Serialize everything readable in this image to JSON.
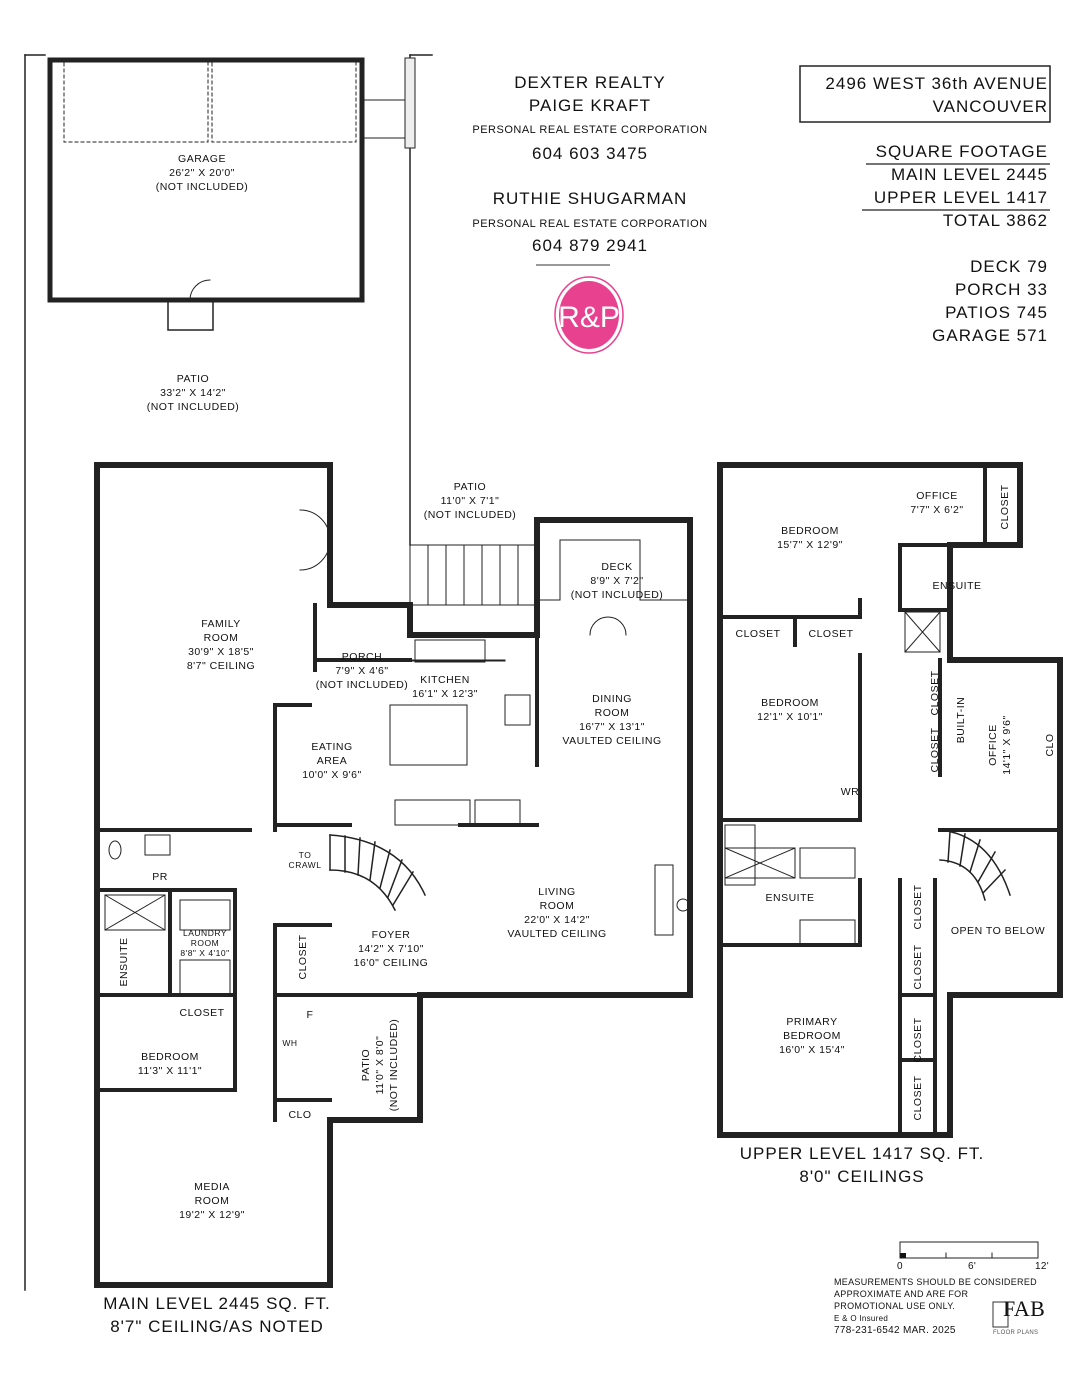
{
  "header": {
    "agency": "DEXTER REALTY",
    "agent1_name": "PAIGE KRAFT",
    "agent1_corp": "PERSONAL REAL ESTATE CORPORATION",
    "agent1_phone": "604 603 3475",
    "agent2_name": "RUTHIE SHUGARMAN",
    "agent2_corp": "PERSONAL REAL ESTATE CORPORATION",
    "agent2_phone": "604 879 2941",
    "logo_text": "R&P",
    "logo_color": "#e8418f"
  },
  "address": {
    "line1": "2496 WEST 36th AVENUE",
    "line2": "VANCOUVER"
  },
  "square_footage": {
    "title": "SQUARE FOOTAGE",
    "main": "MAIN LEVEL 2445",
    "upper": "UPPER LEVEL 1417",
    "total": "TOTAL 3862"
  },
  "extras": [
    "DECK 79",
    "PORCH 33",
    "PATIOS 745",
    "GARAGE 571"
  ],
  "rooms": [
    {
      "id": "garage",
      "lines": [
        "GARAGE",
        "26'2\" X 20'0\"",
        "(NOT INCLUDED)"
      ]
    },
    {
      "id": "patio-rear",
      "lines": [
        "PATIO",
        "33'2\" X 14'2\"",
        "(NOT INCLUDED)"
      ]
    },
    {
      "id": "patio-top",
      "lines": [
        "PATIO",
        "11'0\" X 7'1\"",
        "(NOT INCLUDED)"
      ]
    },
    {
      "id": "deck",
      "lines": [
        "DECK",
        "8'9\" X 7'2\"",
        "(NOT INCLUDED)"
      ]
    },
    {
      "id": "family-room",
      "lines": [
        "FAMILY",
        "ROOM",
        "30'9\" X 18'5\"",
        "8'7\" CEILING"
      ]
    },
    {
      "id": "porch",
      "lines": [
        "PORCH",
        "7'9\" X 4'6\"",
        "(NOT INCLUDED)"
      ]
    },
    {
      "id": "kitchen",
      "lines": [
        "KITCHEN",
        "16'1\" X 12'3\""
      ]
    },
    {
      "id": "dining-room",
      "lines": [
        "DINING",
        "ROOM",
        "16'7\" X 13'1\"",
        "VAULTED CEILING"
      ]
    },
    {
      "id": "eating-area",
      "lines": [
        "EATING",
        "AREA",
        "10'0\" X 9'6\""
      ]
    },
    {
      "id": "to-crawl",
      "lines": [
        "TO",
        "CRAWL"
      ]
    },
    {
      "id": "living-room",
      "lines": [
        "LIVING",
        "ROOM",
        "22'0\" X 14'2\"",
        "VAULTED CEILING"
      ]
    },
    {
      "id": "powder-room",
      "lines": [
        "PR"
      ]
    },
    {
      "id": "foyer",
      "lines": [
        "FOYER",
        "14'2\" X 7'10\"",
        "16'0\" CEILING"
      ]
    },
    {
      "id": "foyer-closet",
      "lines": [
        "CLOSET"
      ]
    },
    {
      "id": "main-ensuite",
      "lines": [
        "ENSUITE"
      ]
    },
    {
      "id": "laundry-room",
      "lines": [
        "LAUNDRY",
        "ROOM",
        "8'8\" X 4'10\""
      ]
    },
    {
      "id": "bedroom-closet",
      "lines": [
        "CLOSET"
      ]
    },
    {
      "id": "furnace",
      "lines": [
        "F"
      ]
    },
    {
      "id": "water-heater",
      "lines": [
        "WH"
      ]
    },
    {
      "id": "main-bedroom",
      "lines": [
        "BEDROOM",
        "11'3\" X 11'1\""
      ]
    },
    {
      "id": "patio-side",
      "lines": [
        "PATIO",
        "11'0\" X 8'0\"",
        "(NOT INCLUDED)"
      ]
    },
    {
      "id": "main-clo",
      "lines": [
        "CLO"
      ]
    },
    {
      "id": "media-room",
      "lines": [
        "MEDIA",
        "ROOM",
        "19'2\" X 12'9\""
      ]
    },
    {
      "id": "upper-bedroom-1",
      "lines": [
        "BEDROOM",
        "15'7\" X 12'9\""
      ]
    },
    {
      "id": "upper-office-1",
      "lines": [
        "OFFICE",
        "7'7\" X 6'2\""
      ]
    },
    {
      "id": "office-closet",
      "lines": [
        "CLOSET"
      ]
    },
    {
      "id": "upper-ensuite-1",
      "lines": [
        "ENSUITE"
      ]
    },
    {
      "id": "upper-closet-a",
      "lines": [
        "CLOSET"
      ]
    },
    {
      "id": "upper-closet-b",
      "lines": [
        "CLOSET"
      ]
    },
    {
      "id": "upper-bedroom-2",
      "lines": [
        "BEDROOM",
        "12'1\" X 10'1\""
      ]
    },
    {
      "id": "hall-closet-a",
      "lines": [
        "CLOSET"
      ]
    },
    {
      "id": "hall-closet-b",
      "lines": [
        "CLOSET"
      ]
    },
    {
      "id": "built-in",
      "lines": [
        "BUILT-IN"
      ]
    },
    {
      "id": "upper-office-2",
      "lines": [
        "OFFICE",
        "14'1\" X 9'6\""
      ]
    },
    {
      "id": "upper-clo",
      "lines": [
        "CLO"
      ]
    },
    {
      "id": "washroom",
      "lines": [
        "WR"
      ]
    },
    {
      "id": "upper-ensuite-2",
      "lines": [
        "ENSUITE"
      ]
    },
    {
      "id": "primary-closet-a",
      "lines": [
        "CLOSET"
      ]
    },
    {
      "id": "primary-closet-b",
      "lines": [
        "CLOSET"
      ]
    },
    {
      "id": "primary-closet-c",
      "lines": [
        "CLOSET"
      ]
    },
    {
      "id": "primary-closet-d",
      "lines": [
        "CLOSET"
      ]
    },
    {
      "id": "open-to-below",
      "lines": [
        "OPEN TO BELOW"
      ]
    },
    {
      "id": "primary-bedroom",
      "lines": [
        "PRIMARY",
        "BEDROOM",
        "16'0\" X 15'4\""
      ]
    }
  ],
  "captions": {
    "main_line1": "MAIN LEVEL 2445 SQ. FT.",
    "main_line2": "8'7\" CEILING/AS NOTED",
    "upper_line1": "UPPER LEVEL 1417 SQ. FT.",
    "upper_line2": "8'0\" CEILINGS"
  },
  "footer": {
    "scale_labels": [
      "0",
      "6'",
      "12'"
    ],
    "disclaimer": [
      "MEASUREMENTS SHOULD BE CONSIDERED",
      "APPROXIMATE AND ARE FOR",
      "PROMOTIONAL USE ONLY."
    ],
    "insured": "E & O Insured",
    "contact": "778-231-6542  MAR. 2025",
    "brand": "FAB",
    "brand_sub": "FLOOR PLANS"
  }
}
